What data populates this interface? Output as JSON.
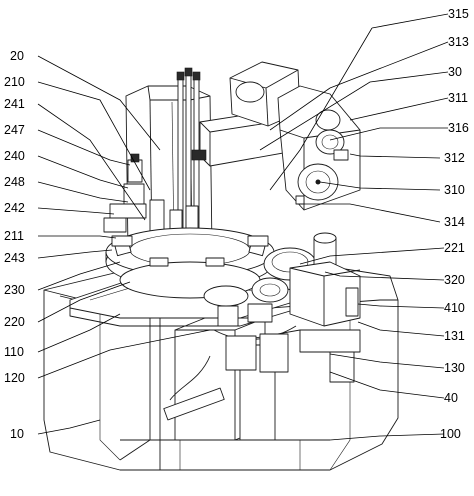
{
  "labels": {
    "l315": "315",
    "l313": "313",
    "l20": "20",
    "l30": "30",
    "l210": "210",
    "l311": "311",
    "l241": "241",
    "l316": "316",
    "l247": "247",
    "l312": "312",
    "l240": "240",
    "l310": "310",
    "l248": "248",
    "l242": "242",
    "l314": "314",
    "l211": "211",
    "l221": "221",
    "l243": "243",
    "l320": "320",
    "l230": "230",
    "l410": "410",
    "l220": "220",
    "l131": "131",
    "l110": "110",
    "l120": "120",
    "l130": "130",
    "l40": "40",
    "l10": "10",
    "l100": "100"
  }
}
